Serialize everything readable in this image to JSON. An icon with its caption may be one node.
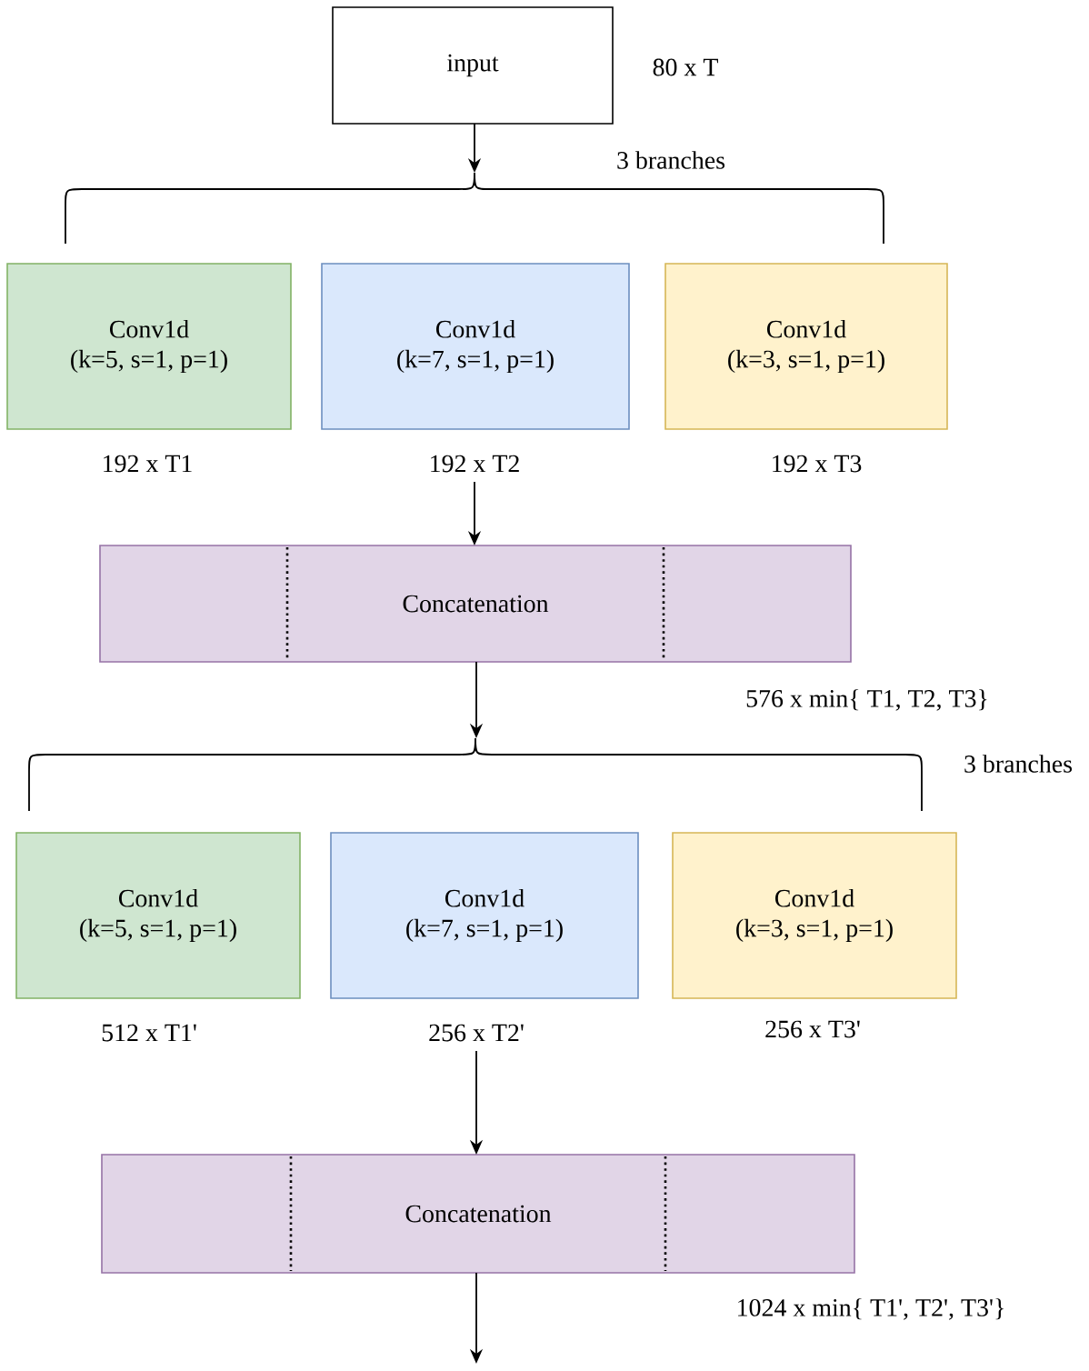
{
  "diagram": {
    "nodes": [
      {
        "text": [
          "input"
        ],
        "beside": [
          "80 x T"
        ]
      },
      {
        "text": [],
        "shape": "brace"
      },
      {
        "text": [
          "Conv1d",
          "(k=5, s=1, p=1)"
        ],
        "beside": [
          "192 x T1"
        ]
      },
      {
        "text": [
          "Conv1d",
          "(k=7, s=1, p=1)"
        ],
        "beside": [
          "192 x T2"
        ]
      },
      {
        "text": [
          "Conv1d",
          "(k=3, s=1, p=1)"
        ],
        "beside": [
          "192 x T3"
        ]
      },
      {
        "text": [
          "Concatenation"
        ],
        "beside": [
          "576 x min{ T1, T2, T3}"
        ]
      },
      {
        "text": [],
        "shape": "brace"
      },
      {
        "text": [
          "Conv1d",
          "(k=5, s=1, p=1)"
        ],
        "beside": [
          "512 x T1'"
        ]
      },
      {
        "text": [
          "Conv1d",
          "(k=7, s=1, p=1)"
        ],
        "beside": [
          "256 x T2'"
        ]
      },
      {
        "text": [
          "Conv1d",
          "(k=3, s=1, p=1)"
        ],
        "beside": [
          "256 x T3'"
        ]
      },
      {
        "text": [
          "Concatenation"
        ],
        "beside": [
          "1024 x min{ T1', T2', T3'}"
        ]
      }
    ],
    "edges": [
      {
        "from": 0,
        "to": 1,
        "arrow": "to"
      },
      {
        "from": 3,
        "to": 5,
        "arrow": "to"
      },
      {
        "from": 5,
        "to": 6,
        "arrow": "to"
      },
      {
        "from": 8,
        "to": 10,
        "arrow": "to"
      },
      {
        "from": 10,
        "to": null,
        "arrow": "to"
      }
    ],
    "labels": [
      "3 branches",
      "3 branches"
    ]
  }
}
